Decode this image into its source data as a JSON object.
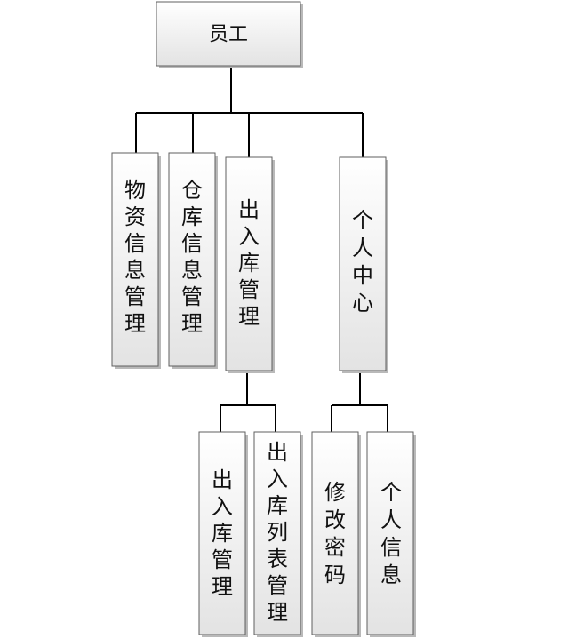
{
  "root": {
    "label": "员工"
  },
  "level1": [
    {
      "label": "物资信息管理"
    },
    {
      "label": "仓库信息管理"
    },
    {
      "label": "出入库管理"
    },
    {
      "label": "个人中心"
    }
  ],
  "level2": {
    "inout": [
      {
        "label": "出入库管理"
      },
      {
        "label": "出入库列表管理"
      }
    ],
    "personal": [
      {
        "label": "修改密码"
      },
      {
        "label": "个人信息"
      }
    ]
  }
}
